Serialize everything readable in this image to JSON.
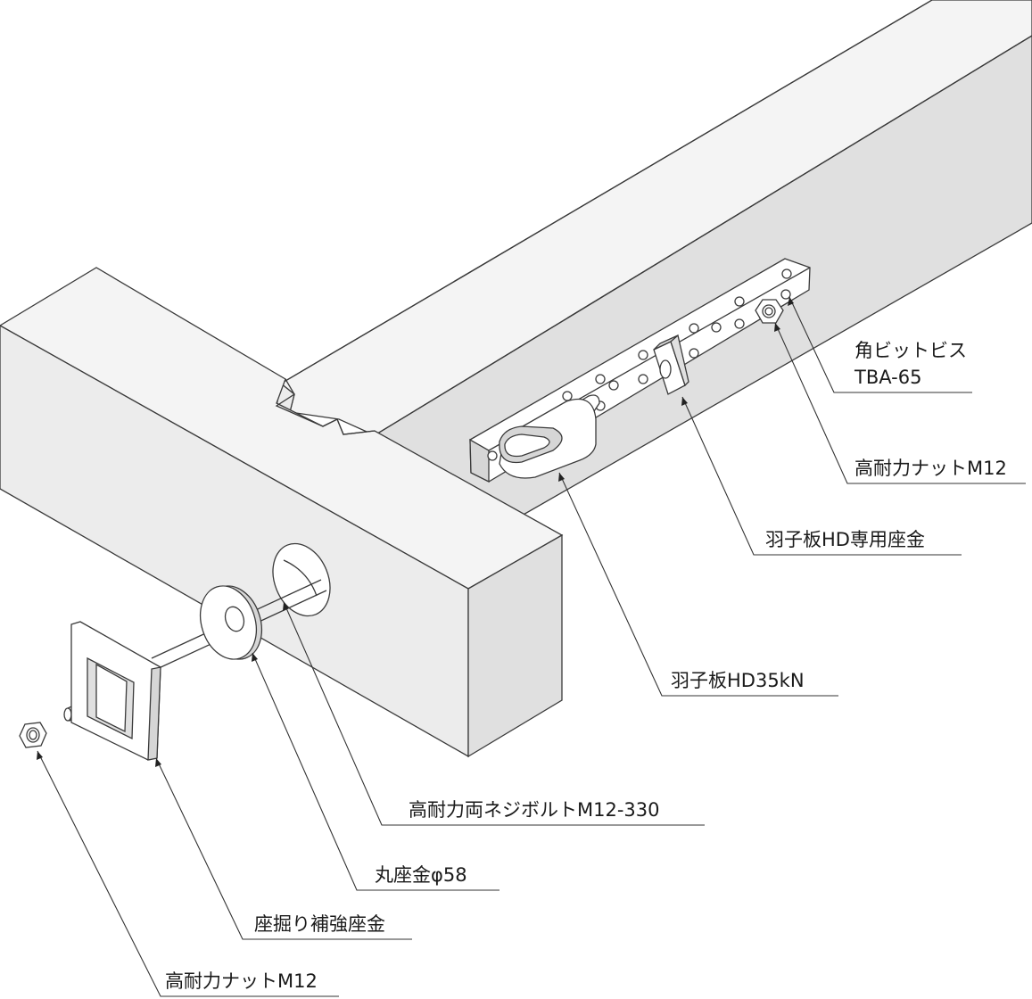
{
  "labels": {
    "kaku_bit_screw": {
      "line1": "角ビットビス",
      "line2": "TBA-65"
    },
    "nut_right": "高耐力ナットM12",
    "hd_washer": "羽子板HD専用座金",
    "hd_plate": "羽子板HD35kN",
    "bolt": "高耐力両ネジボルトM12-330",
    "round_washer": "丸座金φ58",
    "reinforce_washer": "座掘り補強座金",
    "nut_left": "高耐力ナットM12"
  }
}
